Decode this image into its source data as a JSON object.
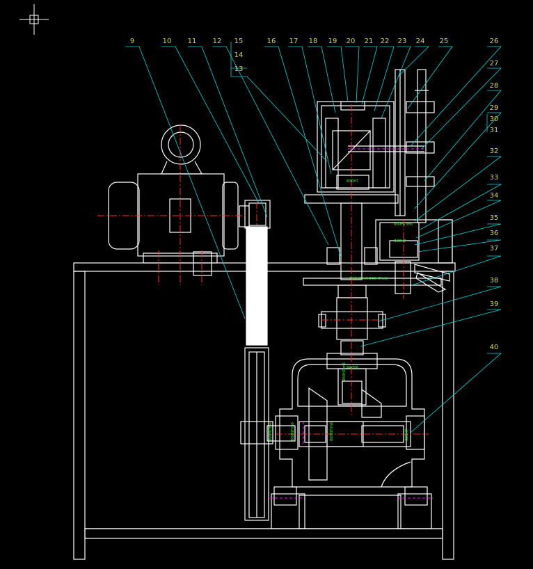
{
  "colors": {
    "background": "#000000",
    "outline": "#ffffff",
    "leader": "#00d7d7",
    "label": "#d8d850",
    "center_line": "#ff2a2a",
    "hidden_line": "#ff00ff",
    "fit_label": "#33ff33",
    "cursor": "#ffffff"
  },
  "drawing": {
    "cursor_icon": "crosshair-cursor-icon",
    "part_numbers": [
      "9",
      "10",
      "11",
      "12",
      "15",
      "14",
      "13",
      "16",
      "17",
      "18",
      "19",
      "20",
      "21",
      "22",
      "23",
      "24",
      "25",
      "26",
      "27",
      "28",
      "29",
      "30",
      "31",
      "32",
      "33",
      "34",
      "35",
      "36",
      "37",
      "38",
      "39",
      "40"
    ],
    "fit_annotations": [
      "Φ30H7",
      "Φ30H7/m6",
      "Φ40H7/m6",
      "Φ40H6",
      "Φ30H7/m6",
      "Φ30H7",
      "Φ50H7/m6",
      "Φ30H7/m6",
      "Φ20H7/m6",
      "Φ20H7/m6",
      "Φ25H7"
    ]
  }
}
